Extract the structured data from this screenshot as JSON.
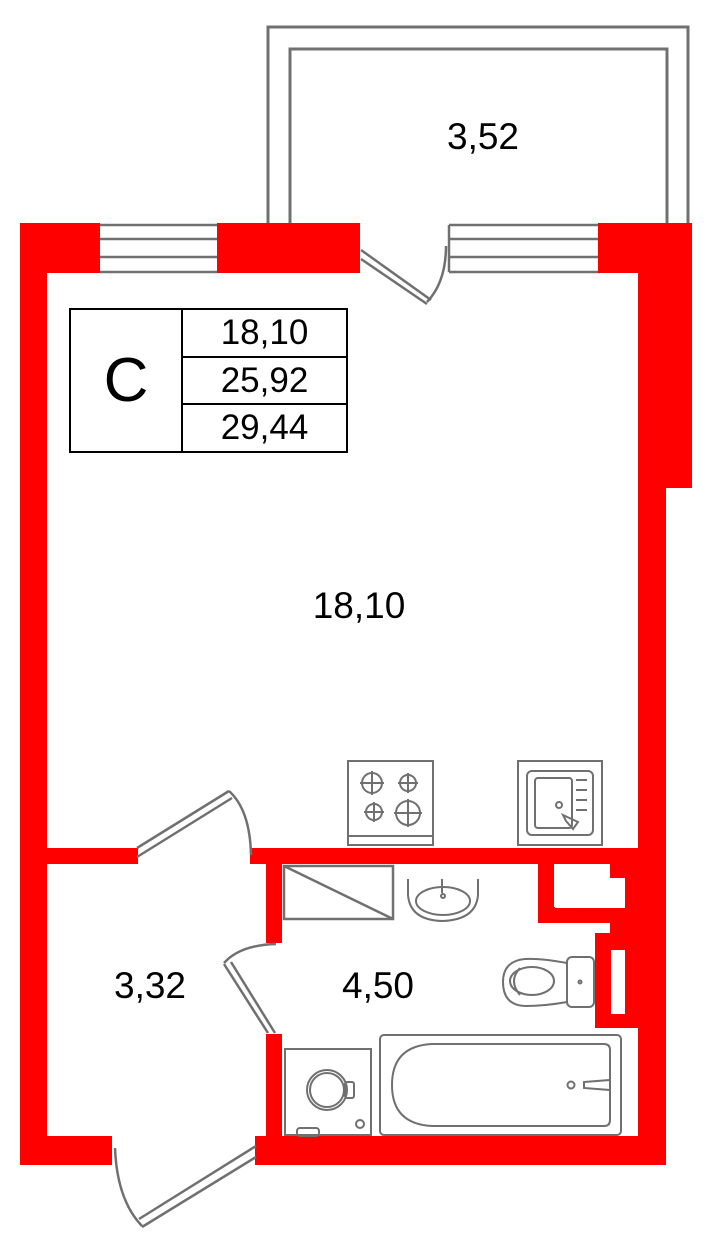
{
  "plan": {
    "colors": {
      "wall": "#ff0000",
      "line": "#707070",
      "text": "#000000",
      "background": "#ffffff"
    },
    "legend": {
      "type_label": "С",
      "values": [
        "18,10",
        "25,92",
        "29,44"
      ]
    },
    "rooms": [
      {
        "name": "balcony",
        "area": "3,52"
      },
      {
        "name": "living-room",
        "area": "18,10"
      },
      {
        "name": "hallway",
        "area": "3,32"
      },
      {
        "name": "bathroom",
        "area": "4,50"
      }
    ],
    "fixtures": [
      "stove-icon",
      "kitchen-sink-icon",
      "wardrobe-icon",
      "washbasin-icon",
      "toilet-icon",
      "washing-machine-icon",
      "bathtub-icon"
    ]
  }
}
